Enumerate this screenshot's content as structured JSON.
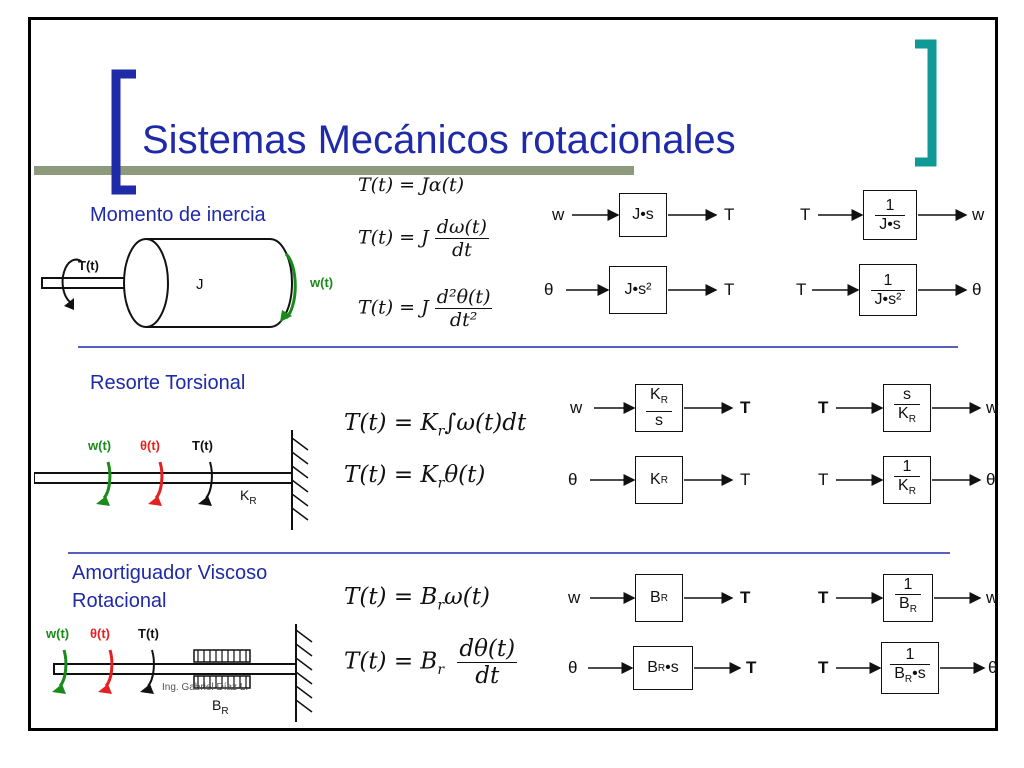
{
  "slide": {
    "title": "Sistemas Mecánicos rotacionales",
    "accent_color": "#1f2aa8",
    "bracket_left_color": "#1f2aa8",
    "bracket_right_color": "#0f9a96",
    "underline_color": "#8e9a7c"
  },
  "sections": {
    "inercia": {
      "label": "Momento de inercia",
      "eq1": "T(t) = Jα(t)",
      "eq2_lhs": "T(t) = J",
      "eq2_num": "dω(t)",
      "eq2_den": "dt",
      "eq3_lhs": "T(t) = J",
      "eq3_num": "d²θ(t)",
      "eq3_den": "dt²",
      "fig_torque": "T(t)",
      "fig_body": "J",
      "fig_speed": "w(t)",
      "row1": {
        "in": "w",
        "block": "J•s",
        "out": "T",
        "in2": "T",
        "block2_num": "1",
        "block2_den": "J•s",
        "out2": "w"
      },
      "row2": {
        "in": "θ",
        "block": "J•s²",
        "out": "T",
        "in2": "T",
        "block2_num": "1",
        "block2_den": "J•s²",
        "out2": "θ"
      }
    },
    "resorte": {
      "label": "Resorte Torsional",
      "eq1_lhs": "T(t) = K",
      "eq1_sub": "r",
      "eq1_rhs": "∫ω(t)dt",
      "eq2_lhs": "T(t) = K",
      "eq2_sub": "r",
      "eq2_rhs": "θ(t)",
      "fig_w": "w(t)",
      "fig_theta": "θ(t)",
      "fig_t": "T(t)",
      "fig_k": "K",
      "fig_k_sub": "R",
      "row1": {
        "in": "w",
        "block_num": "K",
        "block_num_sub": "R",
        "block_den": "s",
        "out": "T",
        "in2": "T",
        "block2_num": "s",
        "block2_den": "K",
        "block2_den_sub": "R",
        "out2": "w"
      },
      "row2": {
        "in": "θ",
        "block": "K",
        "block_sub": "R",
        "out": "T",
        "in2": "T",
        "block2_num": "1",
        "block2_den": "K",
        "block2_den_sub": "R",
        "out2": "θ"
      }
    },
    "amortiguador": {
      "label_line1": "Amortiguador Viscoso",
      "label_line2": "Rotacional",
      "eq1_lhs": "T(t) = B",
      "eq1_sub": "r",
      "eq1_rhs": "ω(t)",
      "eq2_lhs": "T(t) = B",
      "eq2_sub": "r",
      "eq2_num": "dθ(t)",
      "eq2_den": "dt",
      "fig_w": "w(t)",
      "fig_theta": "θ(t)",
      "fig_t": "T(t)",
      "fig_b": "B",
      "fig_b_sub": "R",
      "watermark": "Ing. Gabriel Díaz L.",
      "row1": {
        "in": "w",
        "block": "B",
        "block_sub": "R",
        "out": "T",
        "in2": "T",
        "block2_num": "1",
        "block2_den": "B",
        "block2_den_sub": "R",
        "out2": "w"
      },
      "row2": {
        "in": "θ",
        "block": "B",
        "block_sub": "R",
        "block_tail": "•s",
        "out": "T",
        "in2": "T",
        "block2_num": "1",
        "block2_den": "B",
        "block2_den_sub": "R",
        "block2_den_tail": "•s",
        "out2": "θ"
      }
    }
  }
}
